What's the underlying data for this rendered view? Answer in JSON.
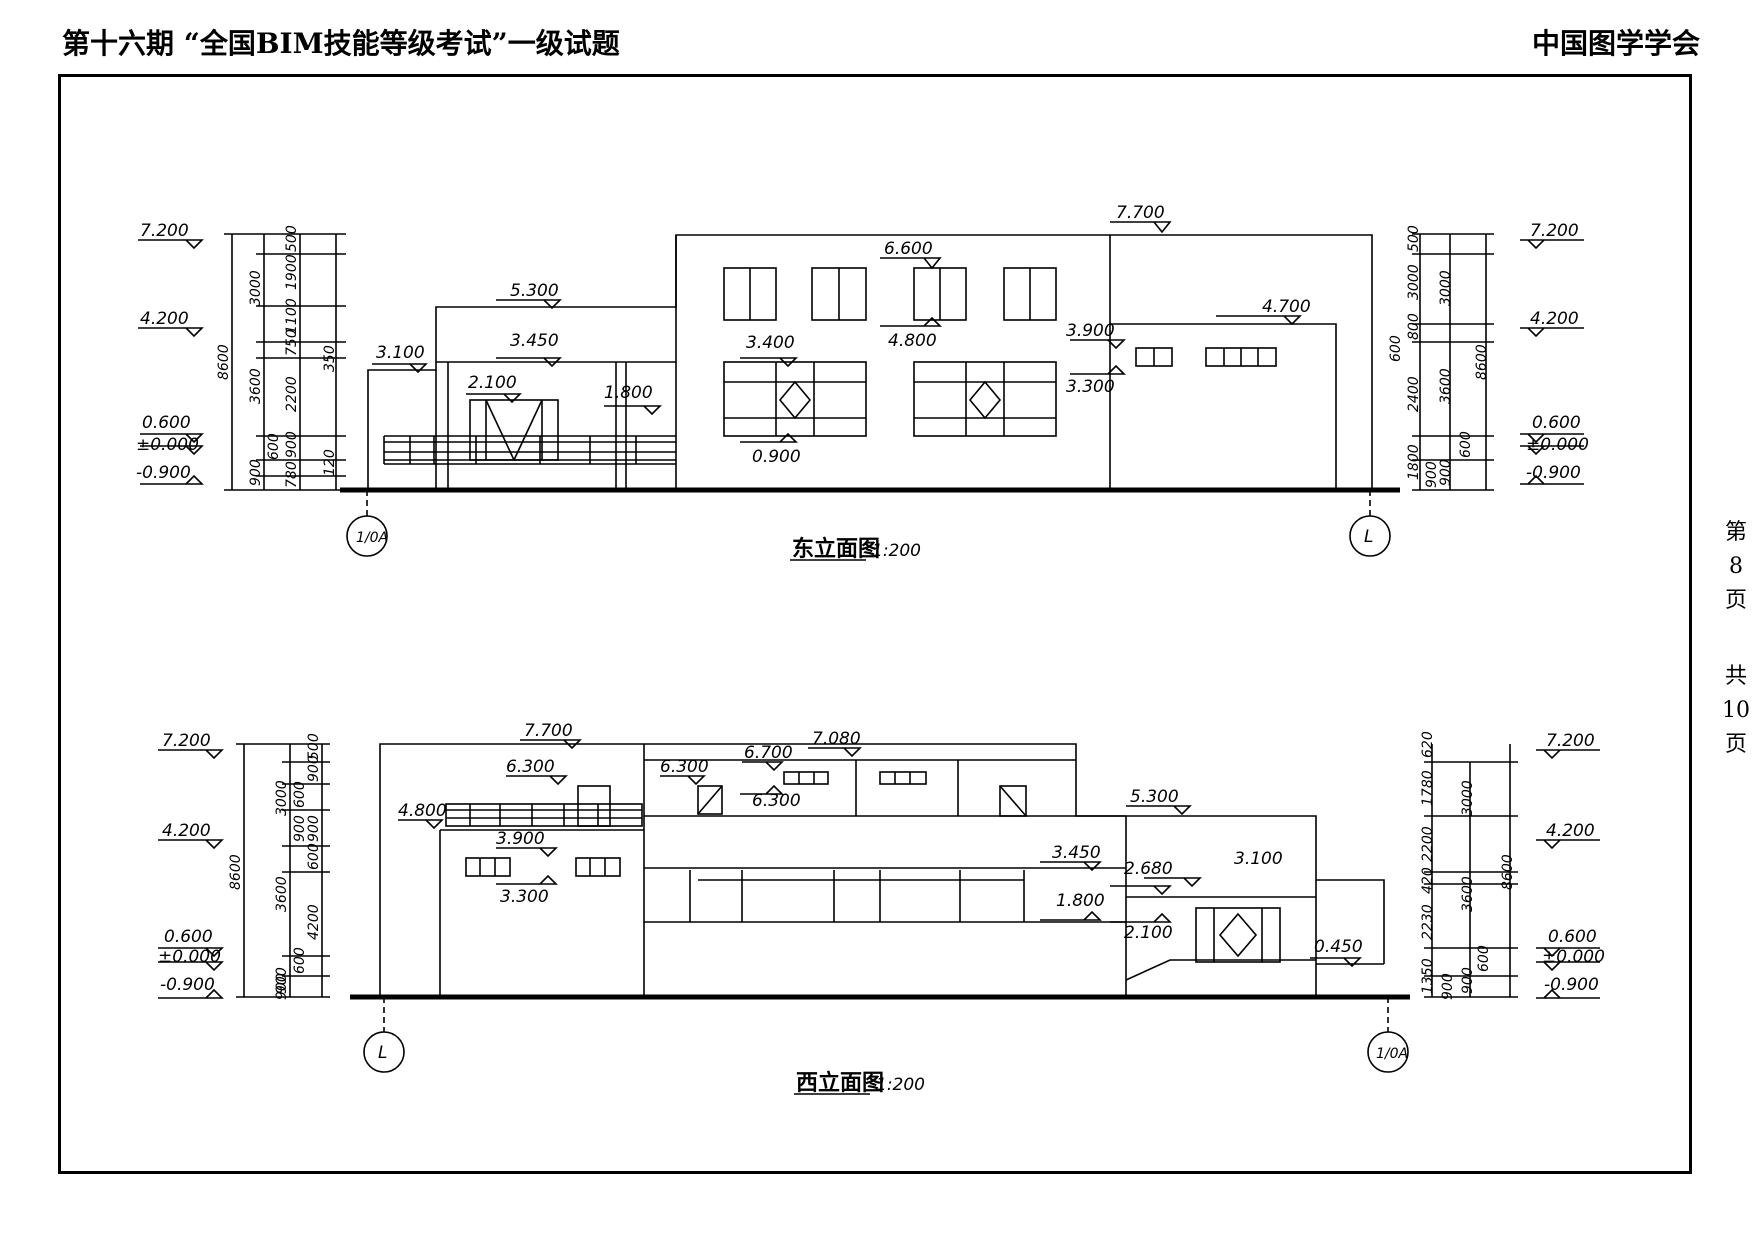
{
  "header": {
    "left": "第十六期 “全国BIM技能等级考试”一级试题",
    "right": "中国图学学会"
  },
  "side": {
    "page_parts": [
      "第",
      "8",
      "页"
    ],
    "total_parts": [
      "共",
      "10",
      "页"
    ]
  },
  "east": {
    "title": "东立面图",
    "scale": "1:200",
    "axis_left": "1/0A",
    "axis_right": "L",
    "levels_left": [
      "7.200",
      "4.200",
      "0.600",
      "±0.000",
      "-0.900"
    ],
    "levels_right": [
      "7.200",
      "4.200",
      "0.600",
      "±0.000",
      "-0.900"
    ],
    "dims_left_total": "8600",
    "dims_left_mid": [
      "3000",
      "3600",
      "900"
    ],
    "dims_left_inner": [
      "500",
      "1900",
      "1100",
      "750",
      "2200",
      "900",
      "600",
      "780"
    ],
    "dims_left_inner2": [
      "350",
      "120"
    ],
    "dims_right_total": "8600",
    "dims_right_mid": [
      "3000",
      "3600",
      "900"
    ],
    "dims_right_inner": [
      "500",
      "3000",
      "800",
      "600",
      "2400",
      "1800",
      "600",
      "900"
    ],
    "marks": [
      "7.700",
      "6.600",
      "5.300",
      "4.800",
      "4.700",
      "3.900",
      "3.450",
      "3.400",
      "3.300",
      "3.100",
      "2.100",
      "1.800",
      "0.900"
    ]
  },
  "west": {
    "title": "西立面图",
    "scale": "1:200",
    "axis_left": "L",
    "axis_right": "1/0A",
    "levels_left": [
      "7.200",
      "4.200",
      "0.600",
      "±0.000",
      "-0.900"
    ],
    "levels_right": [
      "7.200",
      "4.200",
      "0.600",
      "±0.000",
      "-0.900"
    ],
    "dims_left_total": "8600",
    "dims_left_mid": [
      "3000",
      "3600",
      "900"
    ],
    "dims_left_inner": [
      "500",
      "900",
      "600",
      "900",
      "900",
      "600",
      "4200",
      "600",
      "900"
    ],
    "dims_right_total": "8600",
    "dims_right_mid": [
      "3000",
      "3600",
      "900"
    ],
    "dims_right_inner": [
      "620",
      "1780",
      "2200",
      "420",
      "2230",
      "1350",
      "600",
      "900"
    ],
    "marks": [
      "7.700",
      "7.080",
      "6.700",
      "6.300",
      "6.300",
      "6.300",
      "5.300",
      "4.800",
      "3.900",
      "3.450",
      "3.300",
      "3.100",
      "2.680",
      "2.100",
      "1.800",
      "0.450"
    ]
  }
}
